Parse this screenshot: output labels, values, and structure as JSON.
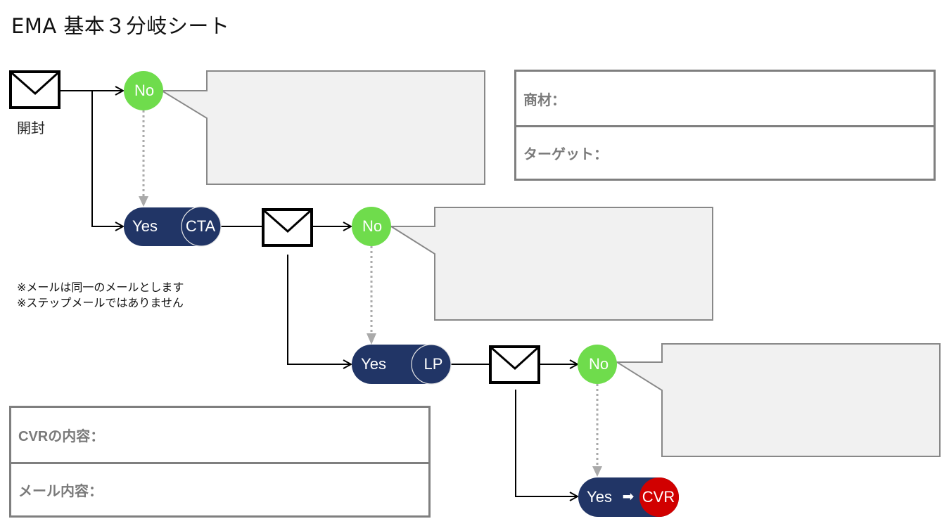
{
  "title": "EMA 基本３分岐シート",
  "start_label": "開封",
  "notes": [
    "※メールは同一のメールとします",
    "※ステップメールではありません"
  ],
  "info_top": {
    "product_label": "商材：",
    "target_label": "ターゲット："
  },
  "info_bottom": {
    "cvr_label": "CVRの内容：",
    "mail_label": "メール内容："
  },
  "branches": [
    {
      "no_label": "No",
      "yes_label": "Yes",
      "action_label": "CTA"
    },
    {
      "no_label": "No",
      "yes_label": "Yes",
      "action_label": "LP"
    },
    {
      "no_label": "No",
      "yes_label": "Yes",
      "arrow_glyph": "➡",
      "action_label": "CVR"
    }
  ],
  "colors": {
    "no_green": "#6fdc4c",
    "yes_navy": "#213566",
    "cvr_red": "#d10000",
    "callout_fill": "#f1f1f1",
    "callout_stroke": "#888888",
    "dotted_gray": "#aaaaaa"
  }
}
